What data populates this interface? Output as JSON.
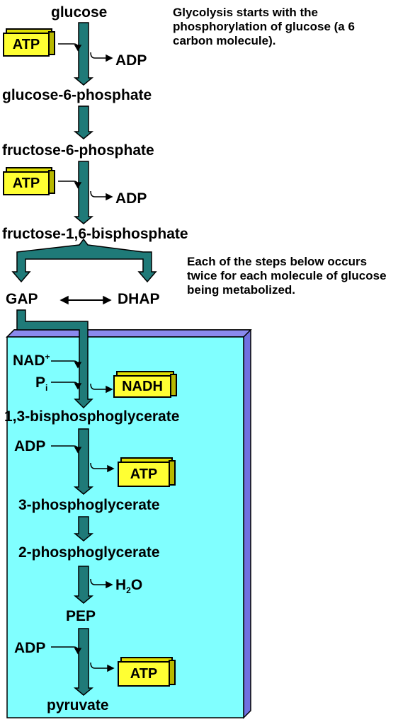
{
  "metabolites": {
    "glucose": "glucose",
    "g6p": "glucose-6-phosphate",
    "f6p": "fructose-6-phosphate",
    "f16bp": "fructose-1,6-bisphosphate",
    "gap": "GAP",
    "dhap": "DHAP",
    "bpg13": "1,3-bisphosphoglycerate",
    "pg3": "3-phosphoglycerate",
    "pg2": "2-phosphoglycerate",
    "pep": "PEP",
    "pyruvate": "pyruvate"
  },
  "cofactors": {
    "atp": "ATP",
    "adp": "ADP",
    "nadh": "NADH",
    "nad": "NAD",
    "nad_sup": "+",
    "p": "P",
    "p_sub": "i",
    "h": "H",
    "h_sub": "2",
    "o": "O"
  },
  "notes": {
    "phosphorylation": "Glycolysis starts with the phosphorylation of glucose (a 6 carbon molecule).",
    "twice": "Each of the steps below occurs twice for each molecule of glucose being metabolized."
  },
  "colors": {
    "arrow_fill": "#1f7a78",
    "arrow_outline": "#000000",
    "panel_fill": "#80ffff",
    "panel_edge": "#7070e0",
    "energy_box": "#ffff33"
  },
  "icons": [
    "down-arrow-icon",
    "curved-side-arrow-icon",
    "double-headed-arrow-icon",
    "energy-molecule-box-icon"
  ]
}
